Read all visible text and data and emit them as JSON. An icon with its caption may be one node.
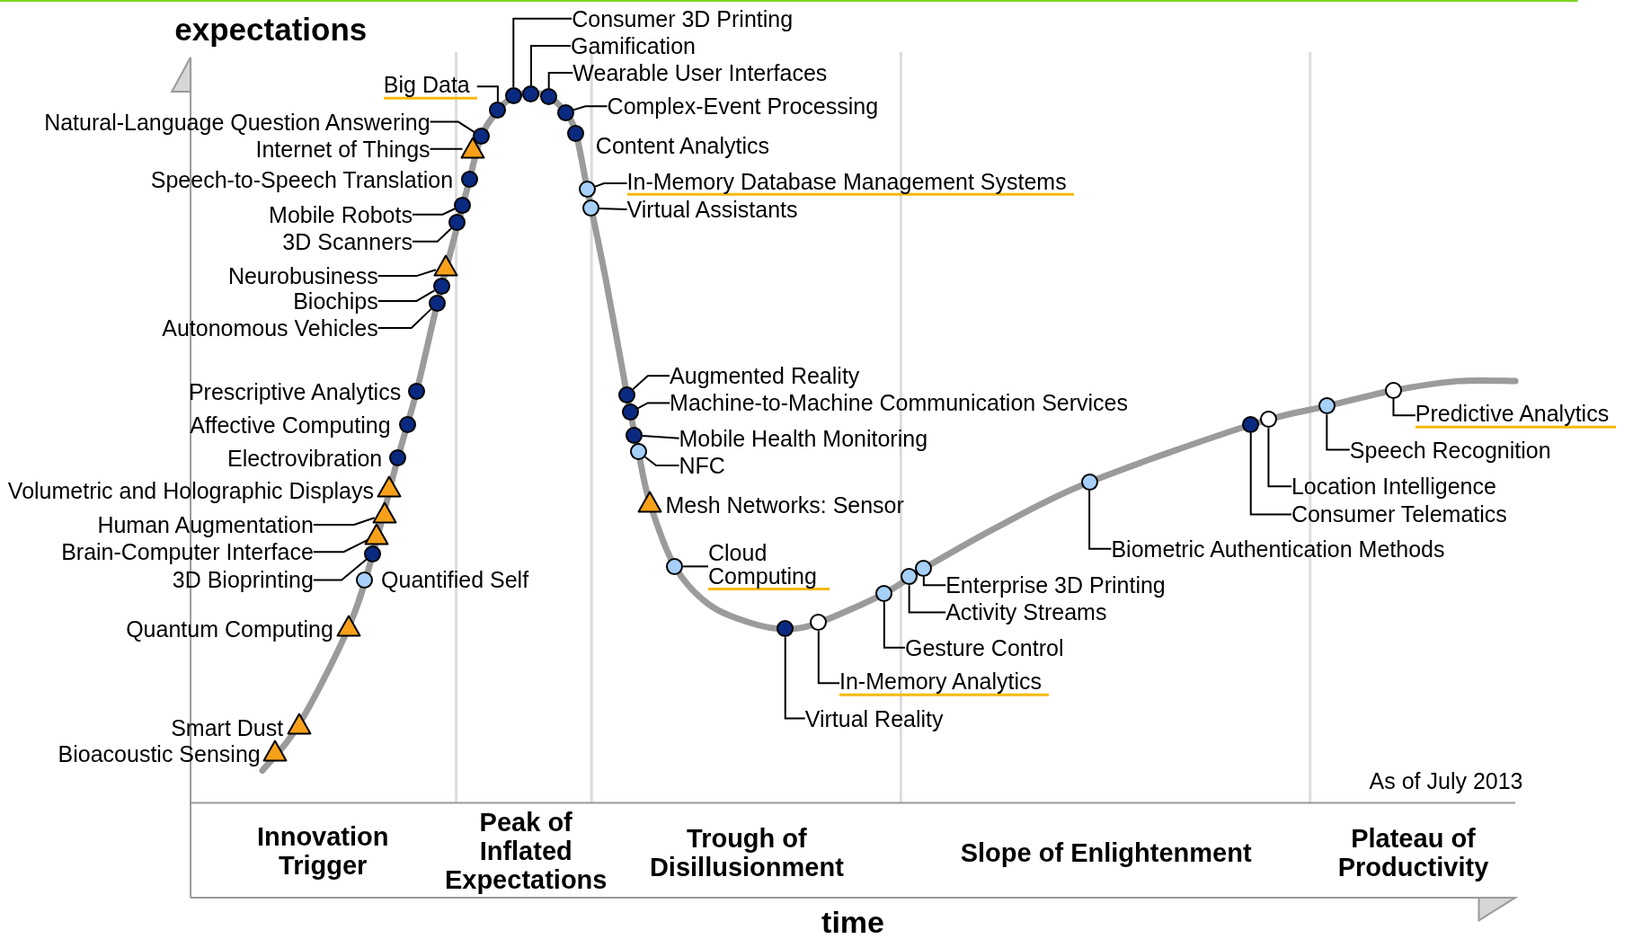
{
  "diagram": {
    "nodes": [
      {
        "text": [
          "Consumer 3D Printing"
        ]
      },
      {
        "text": [],
        "shape": "circle"
      },
      {
        "text": [
          "Gamification"
        ]
      },
      {
        "text": [],
        "shape": "circle"
      },
      {
        "text": [
          "Wearable User Interfaces"
        ]
      },
      {
        "text": [],
        "shape": "circle"
      },
      {
        "text": [
          "Big Data"
        ]
      },
      {
        "text": [],
        "shape": "circle"
      },
      {
        "text": [
          "Natural-Language Question Answering"
        ]
      },
      {
        "text": [],
        "shape": "circle"
      },
      {
        "text": [
          "Internet of Things"
        ]
      },
      {
        "text": [],
        "shape": "triangle"
      },
      {
        "text": [
          "Complex-Event Processing"
        ]
      },
      {
        "text": [],
        "shape": "circle"
      },
      {
        "text": [
          "Content Analytics"
        ]
      },
      {
        "text": [],
        "shape": "circle"
      },
      {
        "text": [
          "Speech-to-Speech Translation"
        ]
      },
      {
        "text": [],
        "shape": "circle"
      },
      {
        "text": [
          "Mobile Robots"
        ]
      },
      {
        "text": [],
        "shape": "circle"
      },
      {
        "text": [
          "3D Scanners"
        ]
      },
      {
        "text": [],
        "shape": "circle"
      },
      {
        "text": [
          "In-Memory Database Management Systems"
        ]
      },
      {
        "text": [],
        "shape": "circle"
      },
      {
        "text": [
          "Virtual Assistants"
        ]
      },
      {
        "text": [],
        "shape": "circle"
      },
      {
        "text": [
          "Neurobusiness"
        ]
      },
      {
        "text": [],
        "shape": "triangle"
      },
      {
        "text": [
          "Biochips"
        ]
      },
      {
        "text": [],
        "shape": "circle"
      },
      {
        "text": [
          "Autonomous Vehicles"
        ]
      },
      {
        "text": [],
        "shape": "circle"
      },
      {
        "text": [
          "Prescriptive Analytics"
        ]
      },
      {
        "text": [],
        "shape": "circle"
      },
      {
        "text": [
          "Affective Computing"
        ]
      },
      {
        "text": [],
        "shape": "circle"
      },
      {
        "text": [
          "Electrovibration"
        ]
      },
      {
        "text": [],
        "shape": "circle"
      },
      {
        "text": [
          "Volumetric and Holographic Displays"
        ]
      },
      {
        "text": [],
        "shape": "triangle"
      },
      {
        "text": [
          "Human Augmentation"
        ]
      },
      {
        "text": [],
        "shape": "triangle"
      },
      {
        "text": [
          "Brain-Computer Interface"
        ]
      },
      {
        "text": [],
        "shape": "triangle"
      },
      {
        "text": [
          "3D Bioprinting"
        ]
      },
      {
        "text": [],
        "shape": "circle"
      },
      {
        "text": [
          "Quantified Self"
        ]
      },
      {
        "text": [],
        "shape": "circle"
      },
      {
        "text": [
          "Quantum Computing"
        ]
      },
      {
        "text": [],
        "shape": "triangle"
      },
      {
        "text": [
          "Smart Dust"
        ]
      },
      {
        "text": [],
        "shape": "triangle"
      },
      {
        "text": [
          "Bioacoustic Sensing"
        ]
      },
      {
        "text": [],
        "shape": "triangle"
      },
      {
        "text": [
          "Augmented Reality"
        ]
      },
      {
        "text": [],
        "shape": "circle"
      },
      {
        "text": [
          "Machine-to-Machine Communication Services"
        ]
      },
      {
        "text": [],
        "shape": "circle"
      },
      {
        "text": [
          "Mobile Health Monitoring"
        ]
      },
      {
        "text": [],
        "shape": "circle"
      },
      {
        "text": [
          "NFC"
        ]
      },
      {
        "text": [],
        "shape": "circle"
      },
      {
        "text": [
          "Mesh Networks: Sensor"
        ]
      },
      {
        "text": [],
        "shape": "triangle"
      },
      {
        "text": [
          "Cloud Computing"
        ]
      },
      {
        "text": [],
        "shape": "circle"
      },
      {
        "text": [
          "Virtual Reality"
        ]
      },
      {
        "text": [],
        "shape": "circle"
      },
      {
        "text": [
          "In-Memory Analytics"
        ]
      },
      {
        "text": [],
        "shape": "circle"
      },
      {
        "text": [
          "Gesture Control"
        ]
      },
      {
        "text": [],
        "shape": "circle"
      },
      {
        "text": [
          "Activity Streams"
        ]
      },
      {
        "text": [],
        "shape": "circle"
      },
      {
        "text": [
          "Enterprise 3D Printing"
        ]
      },
      {
        "text": [],
        "shape": "circle"
      },
      {
        "text": [
          "Biometric Authentication Methods"
        ]
      },
      {
        "text": [],
        "shape": "circle"
      },
      {
        "text": [
          "Consumer Telematics"
        ]
      },
      {
        "text": [],
        "shape": "circle"
      },
      {
        "text": [
          "Location Intelligence"
        ]
      },
      {
        "text": [],
        "shape": "circle"
      },
      {
        "text": [
          "Speech Recognition"
        ]
      },
      {
        "text": [],
        "shape": "circle"
      },
      {
        "text": [
          "Predictive Analytics"
        ]
      },
      {
        "text": [],
        "shape": "circle"
      }
    ],
    "edges": [
      {
        "from": 0,
        "to": 1,
        "arrow": "none"
      },
      {
        "from": 2,
        "to": 3,
        "arrow": "none"
      },
      {
        "from": 4,
        "to": 5,
        "arrow": "none"
      },
      {
        "from": 6,
        "to": 7,
        "arrow": "none"
      },
      {
        "from": 8,
        "to": 9,
        "arrow": "none"
      },
      {
        "from": 10,
        "to": 11,
        "arrow": "none"
      },
      {
        "from": 12,
        "to": 13,
        "arrow": "none"
      },
      {
        "from": 18,
        "to": 19,
        "arrow": "none"
      },
      {
        "from": 20,
        "to": 21,
        "arrow": "none"
      },
      {
        "from": 22,
        "to": 23,
        "arrow": "none"
      },
      {
        "from": 24,
        "to": 25,
        "arrow": "none"
      },
      {
        "from": 26,
        "to": 27,
        "arrow": "none"
      },
      {
        "from": 28,
        "to": 29,
        "arrow": "none"
      },
      {
        "from": 30,
        "to": 31,
        "arrow": "none"
      },
      {
        "from": 40,
        "to": 41,
        "arrow": "none"
      },
      {
        "from": 42,
        "to": 43,
        "arrow": "none"
      },
      {
        "from": 44,
        "to": 45,
        "arrow": "none"
      },
      {
        "from": 54,
        "to": 55,
        "arrow": "none"
      },
      {
        "from": 56,
        "to": 57,
        "arrow": "none"
      },
      {
        "from": 58,
        "to": 59,
        "arrow": "none"
      },
      {
        "from": 60,
        "to": 61,
        "arrow": "none"
      },
      {
        "from": 64,
        "to": 65,
        "arrow": "none"
      },
      {
        "from": 66,
        "to": 67,
        "arrow": "none"
      },
      {
        "from": 68,
        "to": 69,
        "arrow": "none"
      },
      {
        "from": 70,
        "to": 71,
        "arrow": "none"
      },
      {
        "from": 72,
        "to": 73,
        "arrow": "none"
      },
      {
        "from": 74,
        "to": 75,
        "arrow": "none"
      },
      {
        "from": 76,
        "to": 77,
        "arrow": "none"
      },
      {
        "from": 78,
        "to": 79,
        "arrow": "none"
      },
      {
        "from": 80,
        "to": 81,
        "arrow": "none"
      },
      {
        "from": 82,
        "to": 83,
        "arrow": "none"
      },
      {
        "from": 84,
        "to": 85,
        "arrow": "none"
      }
    ],
    "labels": [
      "expectations",
      "As of July 2013",
      "Innovation Trigger",
      "Peak of Inflated Expectations",
      "Trough of Disillusionment",
      "Slope of Enlightenment",
      "Plateau of Productivity",
      "time"
    ]
  }
}
